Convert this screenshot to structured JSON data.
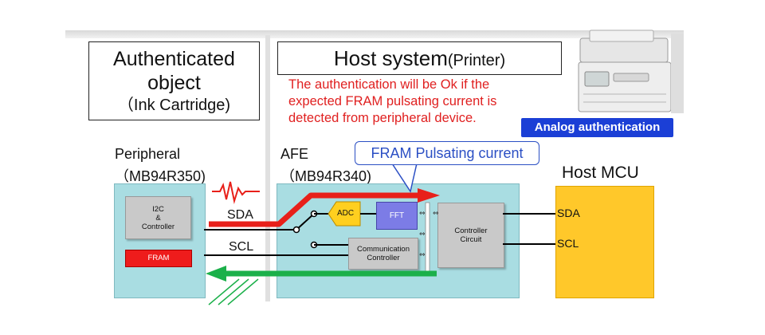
{
  "authenticated_object": {
    "line1": "Authenticated",
    "line2": "object",
    "line3": "（Ink  Cartridge)"
  },
  "host_system": {
    "title": "Host system",
    "subtitle": "(Printer)"
  },
  "note": {
    "line1": "The authentication will be Ok if the",
    "line2": "expected FRAM pulsating current is",
    "line3": "detected from peripheral device."
  },
  "badge": "Analog authentication",
  "callout": "FRAM Pulsating current",
  "peripheral": {
    "label": "Peripheral",
    "part": "（MB94R350)",
    "i2c_l1": "I2C",
    "i2c_l2": "&",
    "i2c_l3": "Controller",
    "fram": "FRAM"
  },
  "afe": {
    "label": "AFE",
    "part": "（MB94R340)",
    "adc": "ADC",
    "fft": "FFT",
    "comm_l1": "Communication",
    "comm_l2": "Controller",
    "ctrl_l1": "Controller",
    "ctrl_l2": "Circuit"
  },
  "host_mcu": {
    "label": "Host MCU",
    "sda": "SDA",
    "scl": "SCL"
  },
  "bus": {
    "sda": "SDA",
    "scl": "SCL"
  },
  "colors": {
    "red_arrow": "#e8201a",
    "green_arrow": "#1bb04a",
    "badge": "#1b3fd6",
    "box_teal": "#a9dde2",
    "mcu_yellow": "#ffc82a"
  }
}
